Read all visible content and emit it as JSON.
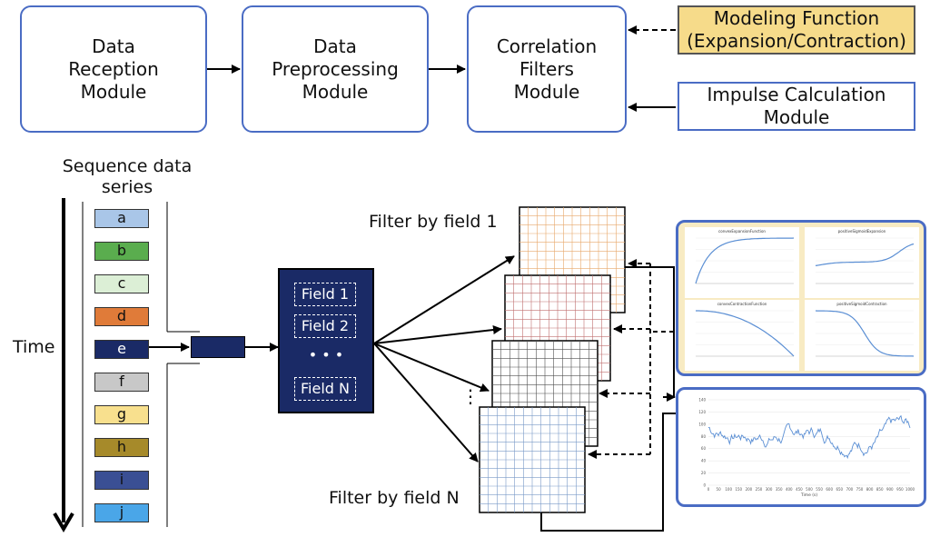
{
  "modules": {
    "data_reception": "Data\nReception\nModule",
    "data_preprocessing": "Data\nPreprocessing\nModule",
    "correlation_filters": "Correlation\nFilters\nModule",
    "modeling_function": "Modeling Function\n(Expansion/Contraction)",
    "impulse_calculation": "Impulse Calculation\nModule"
  },
  "sequence": {
    "title": "Sequence data\nseries",
    "time_label": "Time",
    "items": [
      {
        "label": "a",
        "color": "#a9c6e8",
        "text_color": "#111111"
      },
      {
        "label": "b",
        "color": "#5aad4e",
        "text_color": "#111111"
      },
      {
        "label": "c",
        "color": "#dcefd6",
        "text_color": "#111111"
      },
      {
        "label": "d",
        "color": "#e07b39",
        "text_color": "#111111"
      },
      {
        "label": "e",
        "color": "#1a2a66",
        "text_color": "#ffffff"
      },
      {
        "label": "f",
        "color": "#c8c8c8",
        "text_color": "#111111"
      },
      {
        "label": "g",
        "color": "#f8e08e",
        "text_color": "#111111"
      },
      {
        "label": "h",
        "color": "#a68a2a",
        "text_color": "#111111"
      },
      {
        "label": "i",
        "color": "#3a4f94",
        "text_color": "#111111"
      },
      {
        "label": "j",
        "color": "#4aa6e8",
        "text_color": "#111111"
      }
    ]
  },
  "fields": {
    "field_1": "Field 1",
    "field_2": "Field 2",
    "ellipsis": "• • •",
    "field_n": "Field N"
  },
  "filters": {
    "label_1": "Filter by field 1",
    "label_n": "Filter by field N",
    "vertical_dots": "⋮",
    "grid_colors": [
      "#e8a86a",
      "#c07070",
      "#505050",
      "#7a9ac8"
    ]
  },
  "modeling_charts": [
    {
      "title": "convexExpansionFunction"
    },
    {
      "title": "positiveSigmoidExpansion"
    },
    {
      "title": "convexContractionFunction"
    },
    {
      "title": "positiveSigmoidContraction"
    }
  ],
  "impulse_chart": {
    "xlabel": "Time (s)",
    "x_ticks": [
      "0",
      "50",
      "100",
      "150",
      "200",
      "250",
      "300",
      "350",
      "400",
      "450",
      "500",
      "550",
      "600",
      "650",
      "700",
      "750",
      "800",
      "850",
      "900",
      "950",
      "1000"
    ],
    "y_ticks": [
      "0",
      "20",
      "40",
      "60",
      "80",
      "100",
      "120",
      "140"
    ]
  },
  "colors": {
    "module_border": "#4a6cc4",
    "yellow": "#f6db8a",
    "navy": "#1a2a66",
    "curve": "#5b8fd4",
    "panel_bg": "#f8ebc3"
  }
}
